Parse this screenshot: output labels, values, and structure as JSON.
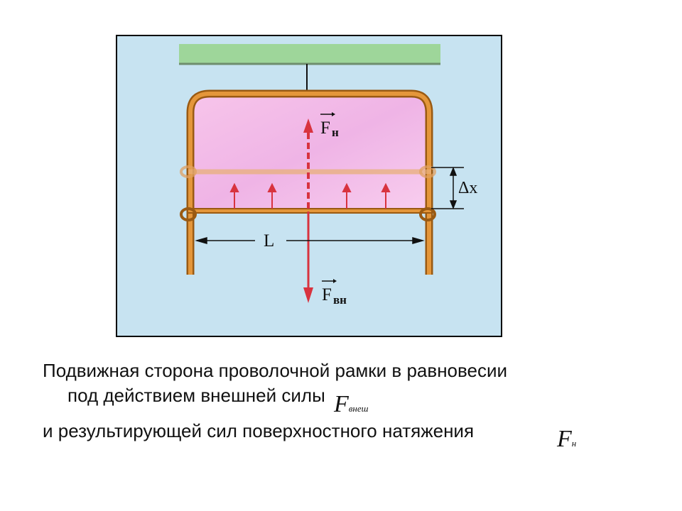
{
  "figure": {
    "labels": {
      "F": "F",
      "tension_sub": "н",
      "external_sub": "вн",
      "delta_x": "Δx",
      "length": "L"
    },
    "colors": {
      "background": "#c7e3f1",
      "ceiling": "#9ed69a",
      "wire_frame": "#d98b2e",
      "wire_outline": "#9a5a12",
      "film": "#f3bde6",
      "force_arrows": "#d8333f"
    }
  },
  "caption": {
    "line1": "Подвижная сторона проволочной рамки в равновесии",
    "line2": "под действием внешней силы",
    "line3": "и результирующей сил поверхностного натяжения"
  },
  "formulas": {
    "external": {
      "symbol": "F",
      "sub": "внеш"
    },
    "tension": {
      "symbol": "F",
      "sub": "н"
    }
  }
}
